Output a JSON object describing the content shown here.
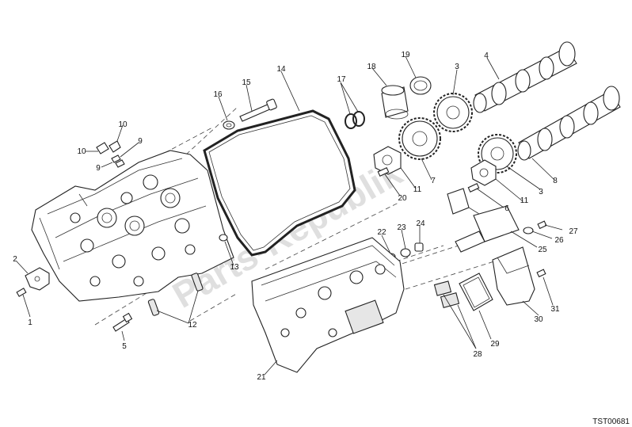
{
  "watermark": "Parts-Republik",
  "drawing_code": "TST00681",
  "callouts": [
    "1",
    "2",
    "3",
    "3",
    "4",
    "5",
    "6",
    "7",
    "8",
    "9",
    "9",
    "10",
    "10",
    "11",
    "11",
    "12",
    "13",
    "14",
    "15",
    "16",
    "17",
    "18",
    "19",
    "20",
    "21",
    "22",
    "23",
    "24",
    "25",
    "26",
    "27",
    "28",
    "29",
    "30",
    "31"
  ]
}
